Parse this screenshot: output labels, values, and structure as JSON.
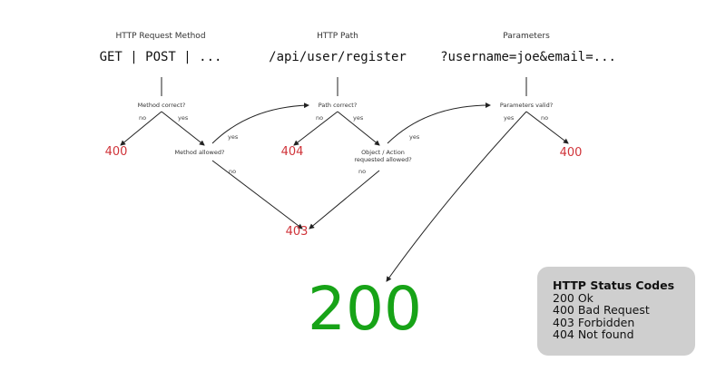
{
  "columns": [
    {
      "header": "HTTP Request Method",
      "value": "GET | POST | ...",
      "question": "Method correct?",
      "no_label": "no",
      "yes_label": "yes"
    },
    {
      "header": "HTTP Path",
      "value": "/api/user/register",
      "question": "Path correct?",
      "no_label": "no",
      "yes_label": "yes"
    },
    {
      "header": "Parameters",
      "value": "?username=joe&email=...",
      "question": "Parameters valid?",
      "no_label": "no",
      "yes_label": "yes"
    }
  ],
  "secondary_checks": [
    {
      "question": "Method allowed?",
      "yes_label": "yes",
      "no_label": "no"
    },
    {
      "question_line1": "Object / Action",
      "question_line2": "requested allowed?",
      "yes_label": "yes",
      "no_label": "no"
    }
  ],
  "outcomes": {
    "method_error": "400",
    "path_error": "404",
    "forbidden": "403",
    "params_error": "400",
    "success": "200"
  },
  "colors": {
    "error": "#d0343a",
    "success": "#17a317",
    "legend_bg": "#cfcfcf"
  },
  "legend": {
    "title": "HTTP Status Codes",
    "items": [
      "200 Ok",
      "400 Bad Request",
      "403 Forbidden",
      "404 Not found"
    ]
  }
}
